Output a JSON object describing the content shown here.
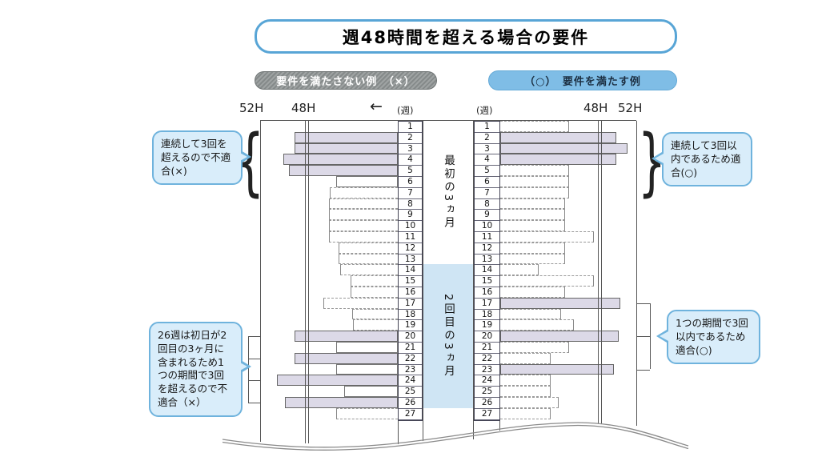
{
  "title": "週48時間を超える場合の要件",
  "legend": {
    "fail_label": "要件を満たさない例　（×）",
    "pass_label": "（○）　要件を満たす例"
  },
  "axes": {
    "left_52h": "52H",
    "left_48h": "48H",
    "left_arrow": "←",
    "left_week": "(週)",
    "right_week": "(週)",
    "right_48h": "48H",
    "right_52h": "52H"
  },
  "period_labels": {
    "first": "最初の3ヵ月",
    "second": "2回目の3ヵ月"
  },
  "annotations": {
    "left_top": "連続して3回を超えるので不適合(×)",
    "left_bottom": "26週は初日が2回目の3ヶ月に含まれるため1つの期間で3回を超えるので不適合（×）",
    "right_top": "連続して3回以内であるため適合(○)",
    "right_bottom": "1つの期間で3回以内であるため適合(○)"
  },
  "colors": {
    "accent_blue": "#58a5d6",
    "bubble_fill": "#d9edfa",
    "bubble_border": "#6fb3dd",
    "bar_fill": "#dcd9e7",
    "period2_fill": "#cfe5f4",
    "legend_fail_bg": "#8f9494",
    "legend_pass_bg": "#7fbde6"
  },
  "chart_data": {
    "type": "bar",
    "orientation": "horizontal, mirrored left/right from central week axis",
    "unit": "weekly working hours (H)",
    "reference_lines": [
      48,
      52
    ],
    "weeks": [
      1,
      2,
      3,
      4,
      5,
      6,
      7,
      8,
      9,
      10,
      11,
      12,
      13,
      14,
      15,
      16,
      17,
      18,
      19,
      20,
      21,
      22,
      23,
      24,
      25,
      26,
      27
    ],
    "periods": [
      {
        "label": "最初の3ヵ月",
        "weeks": "1-13"
      },
      {
        "label": "2回目の3ヵ月",
        "weeks": "14-26"
      }
    ],
    "styles_legend": {
      "filled": "shaded bar, week exceeds 48H",
      "solid": "solid outline bar, under 48H",
      "dashed": "dashed outline bar, under 48H",
      "none": "no bar"
    },
    "series": [
      {
        "name": "要件を満たさない例（×）",
        "side": "left",
        "bars": [
          {
            "week": 1,
            "hours": null,
            "style": "none"
          },
          {
            "week": 2,
            "hours": 49,
            "style": "filled"
          },
          {
            "week": 3,
            "hours": 49,
            "style": "filled"
          },
          {
            "week": 4,
            "hours": 50,
            "style": "filled"
          },
          {
            "week": 5,
            "hours": 49.5,
            "style": "filled"
          },
          {
            "week": 6,
            "hours": 32,
            "style": "solid"
          },
          {
            "week": 7,
            "hours": 35.5,
            "style": "dashed"
          },
          {
            "week": 8,
            "hours": 36,
            "style": "dashed"
          },
          {
            "week": 9,
            "hours": 36,
            "style": "dashed"
          },
          {
            "week": 10,
            "hours": 36,
            "style": "dashed"
          },
          {
            "week": 11,
            "hours": 36,
            "style": "dashed"
          },
          {
            "week": 12,
            "hours": 31,
            "style": "dashed"
          },
          {
            "week": 13,
            "hours": 31,
            "style": "dashed"
          },
          {
            "week": 14,
            "hours": 30,
            "style": "dashed"
          },
          {
            "week": 15,
            "hours": 24.5,
            "style": "dashed"
          },
          {
            "week": 16,
            "hours": 24.5,
            "style": "dashed"
          },
          {
            "week": 17,
            "hours": 39,
            "style": "dashed"
          },
          {
            "week": 18,
            "hours": 24,
            "style": "dashed"
          },
          {
            "week": 19,
            "hours": 23.5,
            "style": "dashed"
          },
          {
            "week": 20,
            "hours": 49,
            "style": "filled"
          },
          {
            "week": 21,
            "hours": 32,
            "style": "solid"
          },
          {
            "week": 22,
            "hours": 49,
            "style": "filled"
          },
          {
            "week": 23,
            "hours": 32,
            "style": "solid"
          },
          {
            "week": 24,
            "hours": 50.5,
            "style": "filled"
          },
          {
            "week": 25,
            "hours": 28,
            "style": "solid"
          },
          {
            "week": 26,
            "hours": 49.8,
            "style": "filled"
          },
          {
            "week": 27,
            "hours": 32,
            "style": "dashed"
          }
        ]
      },
      {
        "name": "要件を満たす例（○）",
        "side": "right",
        "bars": [
          {
            "week": 1,
            "hours": 33,
            "style": "dashed"
          },
          {
            "week": 2,
            "hours": 49.8,
            "style": "filled"
          },
          {
            "week": 3,
            "hours": 51,
            "style": "filled"
          },
          {
            "week": 4,
            "hours": 49.8,
            "style": "filled"
          },
          {
            "week": 5,
            "hours": 33,
            "style": "dashed"
          },
          {
            "week": 6,
            "hours": 33,
            "style": "dashed"
          },
          {
            "week": 7,
            "hours": 33,
            "style": "dashed"
          },
          {
            "week": 8,
            "hours": 31,
            "style": "dashed"
          },
          {
            "week": 9,
            "hours": 31,
            "style": "dashed"
          },
          {
            "week": 10,
            "hours": 31,
            "style": "dashed"
          },
          {
            "week": 11,
            "hours": 45,
            "style": "dashed"
          },
          {
            "week": 12,
            "hours": 31,
            "style": "dashed"
          },
          {
            "week": 13,
            "hours": 31,
            "style": "dashed"
          },
          {
            "week": 14,
            "hours": 18.5,
            "style": "dashed"
          },
          {
            "week": 15,
            "hours": 45,
            "style": "dashed"
          },
          {
            "week": 16,
            "hours": 31,
            "style": "dashed"
          },
          {
            "week": 17,
            "hours": 50.2,
            "style": "filled"
          },
          {
            "week": 18,
            "hours": 29,
            "style": "dashed"
          },
          {
            "week": 19,
            "hours": 35.5,
            "style": "dashed"
          },
          {
            "week": 20,
            "hours": 50,
            "style": "filled"
          },
          {
            "week": 21,
            "hours": 33,
            "style": "dashed"
          },
          {
            "week": 22,
            "hours": 24,
            "style": "dashed"
          },
          {
            "week": 23,
            "hours": 49.5,
            "style": "filled"
          },
          {
            "week": 24,
            "hours": 24,
            "style": "dashed"
          },
          {
            "week": 25,
            "hours": 24,
            "style": "dashed"
          },
          {
            "week": 26,
            "hours": 28,
            "style": "dashed"
          },
          {
            "week": 27,
            "hours": 24,
            "style": "dashed"
          }
        ]
      }
    ]
  }
}
